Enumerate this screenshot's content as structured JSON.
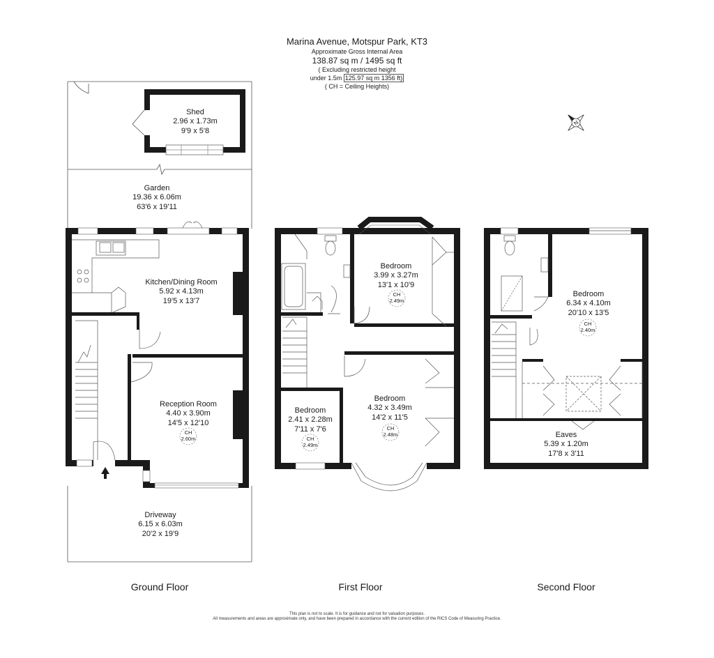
{
  "header": {
    "title": "Marina Avenue, Motspur Park, KT3",
    "area_label": "Approximate Gross Internal Area",
    "area": "138.87 sq m / 1495 sq ft",
    "excluding_line1": "( Excluding restricted height",
    "excluding_line2_prefix": "under 1.5m",
    "excluding_line2_boxed": "125.97 sq m 1356 ft)",
    "ch_note": "( CH = Ceiling Heights)"
  },
  "compass": {
    "icon": "compass-north-icon",
    "letter": "N"
  },
  "ground_floor": {
    "label": "Ground Floor",
    "shed": {
      "name": "Shed",
      "metric": "2.96 x 1.73m",
      "imperial": "9'9 x 5'8"
    },
    "garden": {
      "name": "Garden",
      "metric": "19.36 x 6.06m",
      "imperial": "63'6 x 19'11"
    },
    "kitchen": {
      "name": "Kitchen/Dining Room",
      "metric": "5.92 x 4.13m",
      "imperial": "19'5 x 13'7"
    },
    "reception": {
      "name": "Reception Room",
      "metric": "4.40 x 3.90m",
      "imperial": "14'5 x 12'10",
      "ch_label": "CH",
      "ch": "2.60m"
    },
    "driveway": {
      "name": "Driveway",
      "metric": "6.15 x 6.03m",
      "imperial": "20'2 x 19'9"
    }
  },
  "first_floor": {
    "label": "First Floor",
    "bedroom_rear": {
      "name": "Bedroom",
      "metric": "3.99 x 3.27m",
      "imperial": "13'1 x 10'9",
      "ch_label": "CH",
      "ch": "2.49m"
    },
    "bedroom_front": {
      "name": "Bedroom",
      "metric": "4.32 x 3.49m",
      "imperial": "14'2 x 11'5",
      "ch_label": "CH",
      "ch": "2.48m"
    },
    "bedroom_small": {
      "name": "Bedroom",
      "metric": "2.41 x 2.28m",
      "imperial": "7'11 x 7'6",
      "ch_label": "CH",
      "ch": "2.49m"
    }
  },
  "second_floor": {
    "label": "Second Floor",
    "bedroom": {
      "name": "Bedroom",
      "metric": "6.34 x 4.10m",
      "imperial": "20'10 x 13'5",
      "ch_label": "CH",
      "ch": "2.40m"
    },
    "eaves": {
      "name": "Eaves",
      "metric": "5.39 x 1.20m",
      "imperial": "17'8 x 3'11"
    }
  },
  "disclaimer": {
    "line1": "This plan is not to scale. It is for guidance and not for valuation purposes.",
    "line2": "All measurements and areas are approximate only, and have been prepared in accordance with the current edition of the RICS Code of Measuring Practice."
  },
  "colors": {
    "wall": "#1a1a1a",
    "line": "#555555",
    "background": "#ffffff"
  }
}
